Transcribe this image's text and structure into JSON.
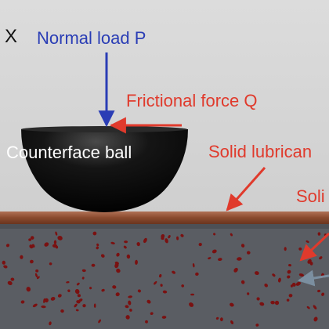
{
  "labels": {
    "axis_marker": "X",
    "normal_load": "Normal load P",
    "frictional_force": "Frictional force Q",
    "counterface_ball": "Counterface ball",
    "solid_lubricant_film": "Solid lubrican",
    "solid_particles": "Soli"
  },
  "colors": {
    "background": "#d3d3d3",
    "normal_load_arrow": "#2a3db5",
    "friction_arrow": "#e03a2c",
    "ball": "#0b0b0b",
    "lubricant_film": "#8a4a2e",
    "substrate": "#5a5d63",
    "particles": "#7a1111",
    "pointer_grey_arrow": "#7b8fa0"
  }
}
